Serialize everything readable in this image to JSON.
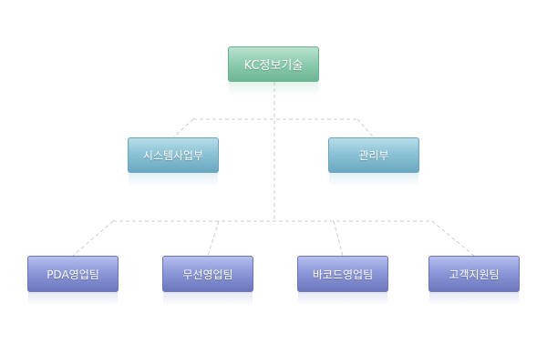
{
  "org_chart": {
    "root": {
      "label": "KC정보기술"
    },
    "departments": [
      {
        "label": "시스템사업부"
      },
      {
        "label": "관리부"
      }
    ],
    "teams": [
      {
        "label": "PDA영업팀"
      },
      {
        "label": "무선영업팀"
      },
      {
        "label": "바코드영업팀"
      },
      {
        "label": "고객지원팀"
      }
    ],
    "colors": {
      "root": "#8fcdb0",
      "department": "#8cc3d6",
      "team": "#8c98d8",
      "connector": "#cccccc"
    }
  }
}
